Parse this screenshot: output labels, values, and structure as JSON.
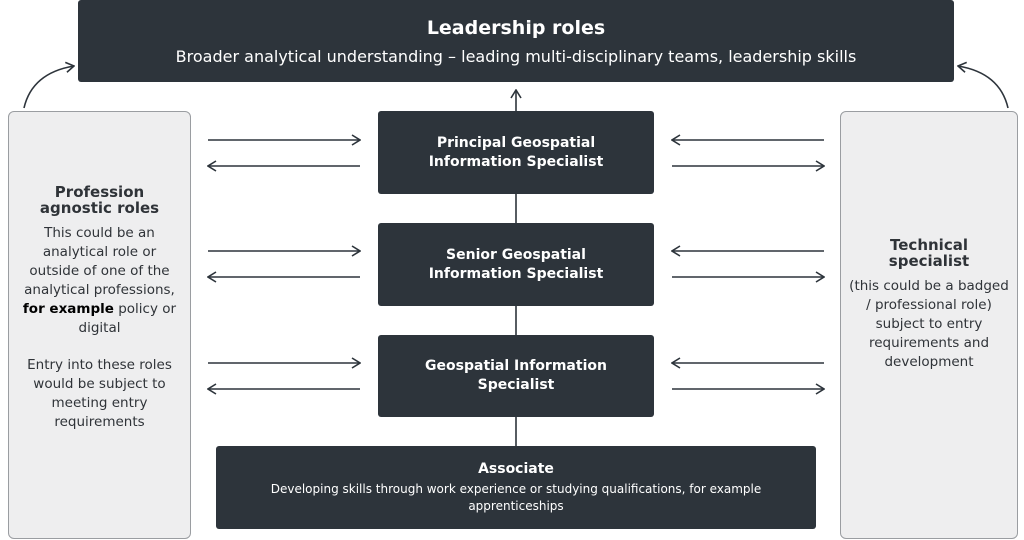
{
  "leadership": {
    "title": "Leadership roles",
    "subtitle": "Broader analytical understanding – leading multi-disciplinary teams, leadership skills"
  },
  "roles": [
    {
      "title": "Principal Geospatial Information Specialist"
    },
    {
      "title": "Senior Geospatial Information Specialist"
    },
    {
      "title": "Geospatial Information Specialist"
    }
  ],
  "associate": {
    "title": "Associate",
    "description": "Developing skills through work experience or studying qualifications, for example apprenticeships"
  },
  "left_box": {
    "title": "Profession agnostic roles",
    "para1_start": "This could be an analytical role or outside of one of the analytical professions,",
    "para1_emphasis": "for example",
    "para1_end": "policy or digital",
    "para2": "Entry into these roles would be subject to meeting entry  requirements"
  },
  "right_box": {
    "title": "Technical specialist",
    "body": "(this could be a badged / professional role) subject to entry requirements and development"
  }
}
